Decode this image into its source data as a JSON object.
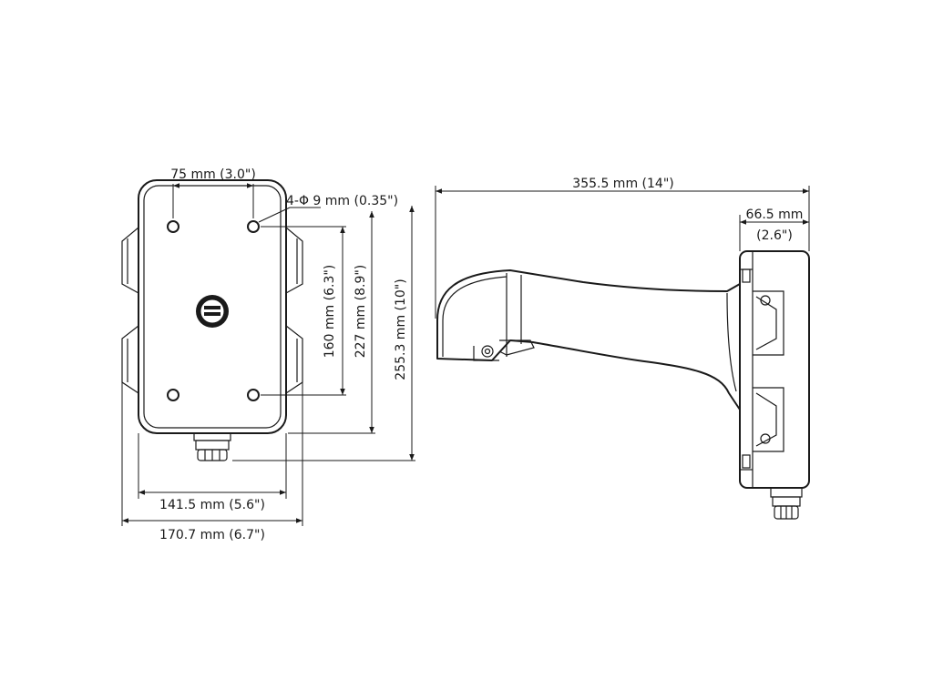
{
  "front_view": {
    "dim_hole_spacing_h": "75 mm (3.0\")",
    "dim_hole_diameter": "4-Φ 9 mm (0.35\")",
    "dim_hole_spacing_v": "160 mm (6.3\")",
    "dim_body_height": "227 mm (8.9\")",
    "dim_total_height": "255.3 mm (10\")",
    "dim_body_width": "141.5 mm (5.6\")",
    "dim_total_width": "170.7 mm (6.7\")"
  },
  "side_view": {
    "dim_arm_length": "355.5 mm (14\")",
    "dim_depth_line1": "66.5 mm",
    "dim_depth_line2": "(2.6\")"
  }
}
